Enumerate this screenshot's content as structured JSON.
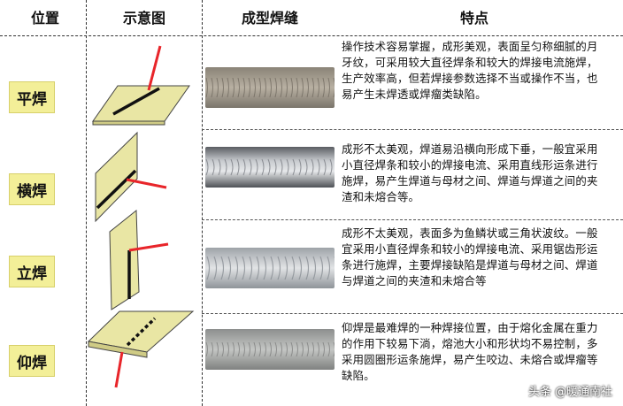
{
  "headers": {
    "position": "位置",
    "diagram": "示意图",
    "weld": "成型焊缝",
    "features": "特点"
  },
  "rows": [
    {
      "label": "平焊",
      "text": "操作技术容易掌握，成形美观，表面呈匀称细腻的月牙纹，可采用较大直径焊条和较大的焊接电流施焊，生产效率高，但若焊接参数选择不当或操作不当，也易产生未焊透或焊瘤类缺陷。"
    },
    {
      "label": "横焊",
      "text": "成形不太美观，焊道易沿横向形成下垂，一般宜采用小直径焊条和较小的焊接电流、采用直线形运条进行施焊，易产生焊道与母材之间、焊道与焊道之间的夹渣和未熔合等。"
    },
    {
      "label": "立焊",
      "text": "成形不太美观，表面多为鱼鳞状或三角状波纹。一般宜采用小直径焊条和较小的焊接电流、采用锯齿形运条进行施焊，主要焊接缺陷是焊道与母材之间、焊道与焊道之间的夹渣和未熔合等"
    },
    {
      "label": "仰焊",
      "text": "仰焊是最难焊的一种焊接位置，由于熔化金属在重力的作用下较易下淌，熔池大小和形状均不易控制，多采用圆圈形运条施焊，易产生咬边、未熔合或焊瘤等缺陷。"
    }
  ],
  "watermark": {
    "prefix": "头条",
    "text": "@暖通南社"
  },
  "colors": {
    "label_bg": "#f3ef98",
    "plate": "#e9e6a4",
    "rod": "#e8252a",
    "weld_line": "#111111"
  }
}
